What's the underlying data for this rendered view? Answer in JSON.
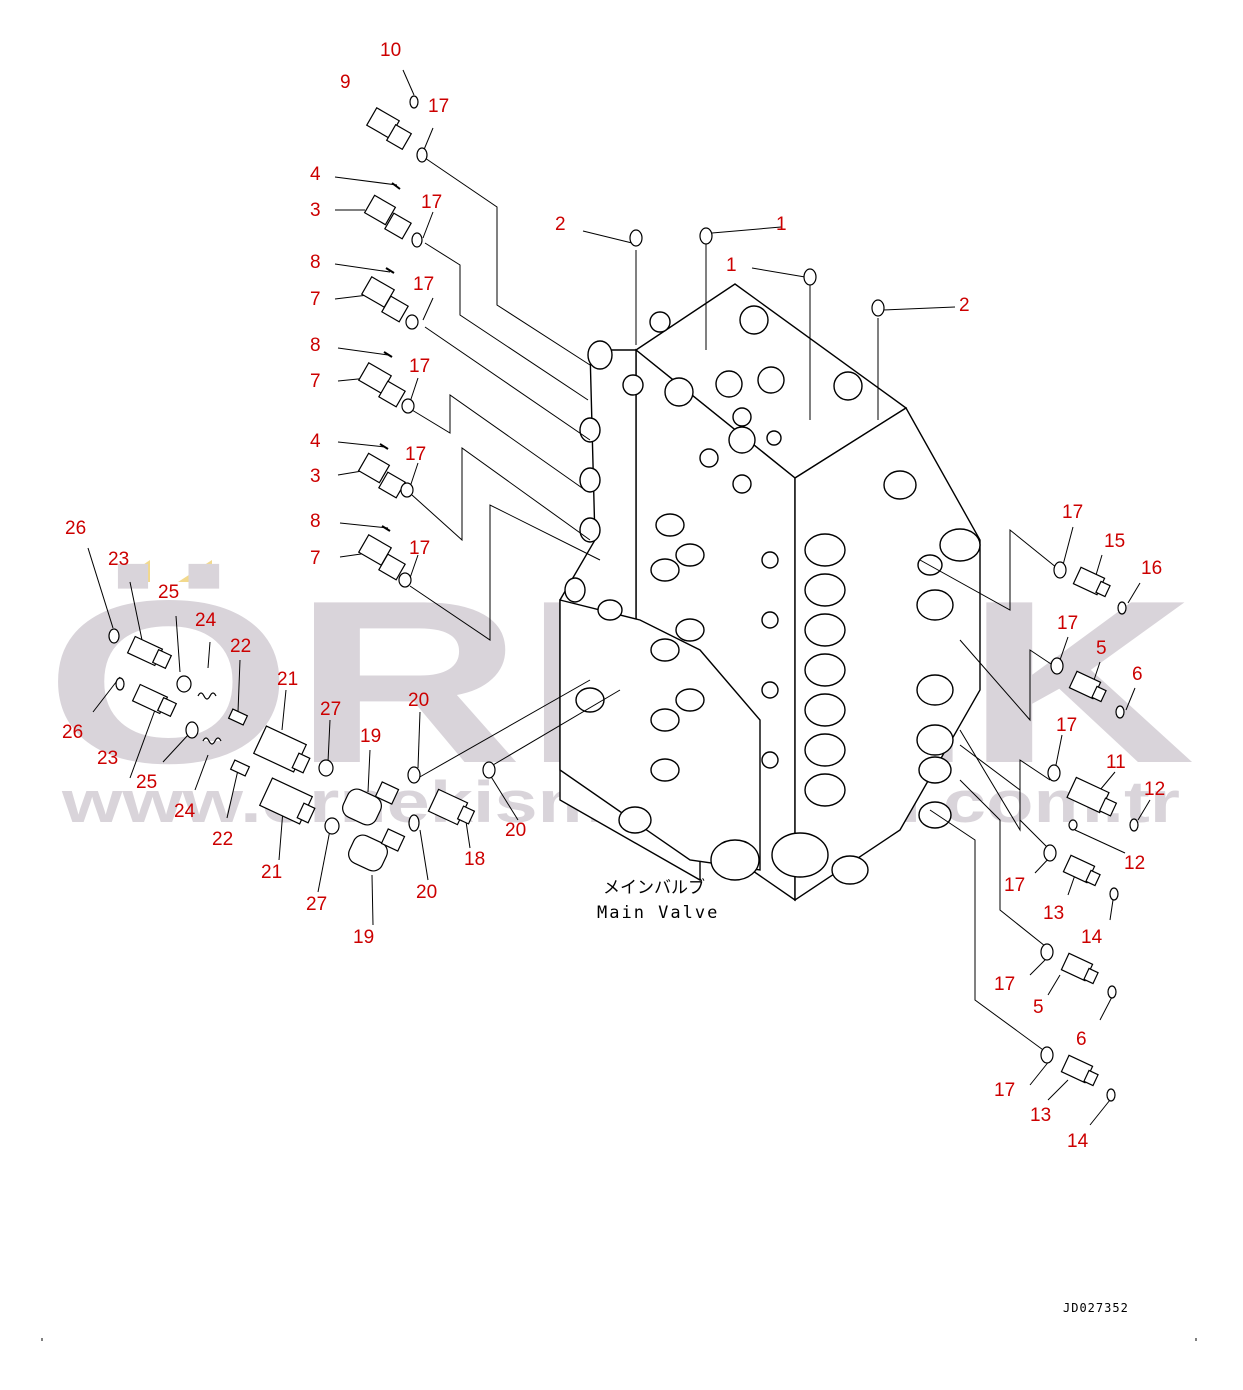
{
  "colors": {
    "callout": "#cc0000",
    "line": "#000000",
    "watermark": "#d9d4da",
    "watermark_accent": "#f2d98c"
  },
  "watermark": {
    "brand": "ÖRNEK",
    "url": "www.ornekismakinalari.com.tr"
  },
  "caption": {
    "japanese": "メインバルブ",
    "english": "Main Valve"
  },
  "drawing_code": "JD027352",
  "callouts": {
    "c_10": "10",
    "c_9": "9",
    "c_17_a": "17",
    "c_4_a": "4",
    "c_3_a": "3",
    "c_17_b": "17",
    "c_8_a": "8",
    "c_7_a": "7",
    "c_17_c": "17",
    "c_8_b": "8",
    "c_7_b": "7",
    "c_17_d": "17",
    "c_4_b": "4",
    "c_3_b": "3",
    "c_17_e": "17",
    "c_8_c": "8",
    "c_7_c": "7",
    "c_17_f": "17",
    "c_2_a": "2",
    "c_1_a": "1",
    "c_1_b": "1",
    "c_2_b": "2",
    "c_26_a": "26",
    "c_23_a": "23",
    "c_25_a": "25",
    "c_24_a": "24",
    "c_22_a": "22",
    "c_26_b": "26",
    "c_23_b": "23",
    "c_25_b": "25",
    "c_24_b": "24",
    "c_22_b": "22",
    "c_21_a": "21",
    "c_27_a": "27",
    "c_19_a": "19",
    "c_20_a": "20",
    "c_21_b": "21",
    "c_27_b": "27",
    "c_19_b": "19",
    "c_20_b": "20",
    "c_18": "18",
    "c_20_c": "20",
    "c_17_g": "17",
    "c_15": "15",
    "c_16": "16",
    "c_17_h": "17",
    "c_5_a": "5",
    "c_6_a": "6",
    "c_17_i": "17",
    "c_11": "11",
    "c_12_a": "12",
    "c_12_b": "12",
    "c_17_j": "17",
    "c_13_a": "13",
    "c_14_a": "14",
    "c_17_k": "17",
    "c_5_b": "5",
    "c_6_b": "6",
    "c_17_l": "17",
    "c_13_b": "13",
    "c_14_b": "14"
  }
}
